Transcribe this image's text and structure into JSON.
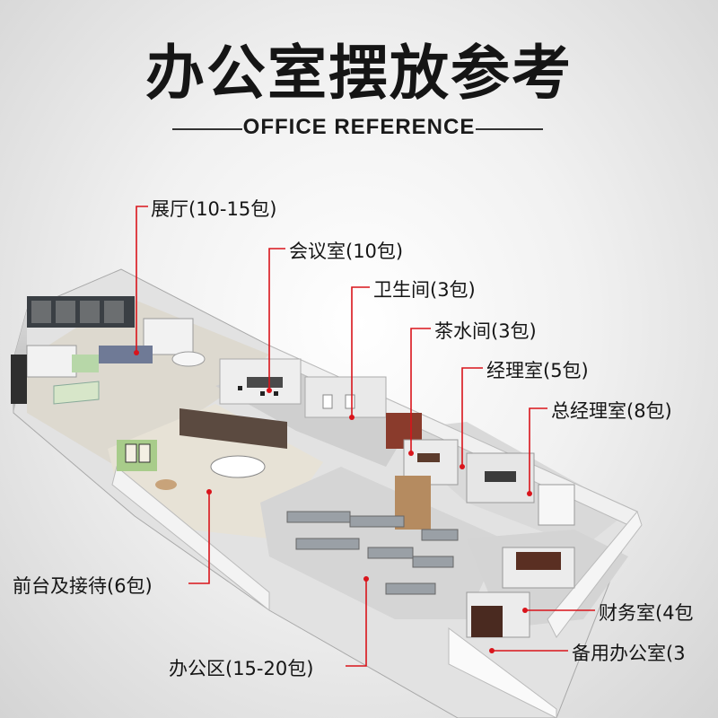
{
  "title": "办公室摆放参考",
  "subtitle": "OFFICE REFERENCE",
  "accent_color": "#d9141b",
  "labels": {
    "exhibition_hall": "展厅(10-15包)",
    "meeting_room": "会议室(10包)",
    "restroom": "卫生间(3包)",
    "tea_room": "茶水间(3包)",
    "manager_room": "经理室(5包)",
    "gm_room": "总经理室(8包)",
    "reception": "前台及接待(6包)",
    "office_area": "办公区(15-20包)",
    "finance_room": "财务室(4包",
    "spare_office": "备用办公室(3"
  }
}
